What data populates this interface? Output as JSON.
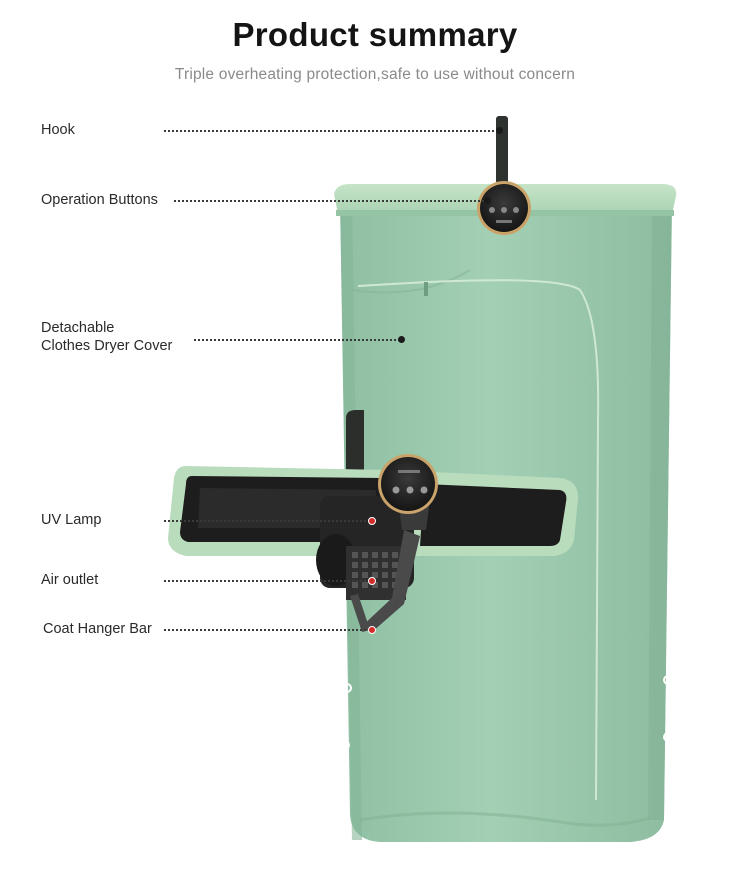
{
  "header": {
    "title": "Product summary",
    "subtitle": "Triple overheating protection,safe to use without concern"
  },
  "callouts": [
    {
      "id": "hook",
      "label": "Hook"
    },
    {
      "id": "operation-buttons",
      "label": "Operation Buttons"
    },
    {
      "id": "cover",
      "label_line1": "Detachable",
      "label_line2": "Clothes Dryer Cover"
    },
    {
      "id": "uv-lamp",
      "label": "UV Lamp"
    },
    {
      "id": "air-outlet",
      "label": "Air outlet"
    },
    {
      "id": "coat-hanger-bar",
      "label": "Coat Hanger Bar"
    }
  ],
  "colors": {
    "cover_green": "#9ccab0",
    "lid_green": "#b9dcbd",
    "unit_dark": "#2a2a2a",
    "accent_gold": "#c9a36a",
    "marker_red": "#d42a2a"
  }
}
